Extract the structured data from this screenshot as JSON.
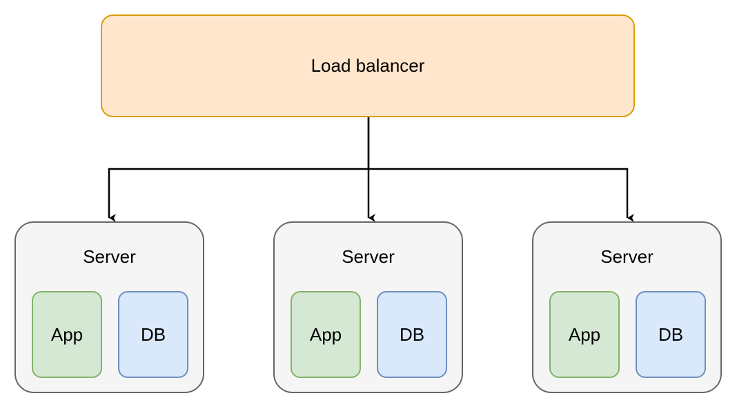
{
  "diagram": {
    "load_balancer": {
      "label": "Load balancer",
      "fill": "#ffe6cc",
      "stroke": "#d79b00"
    },
    "servers": [
      {
        "label": "Server",
        "app_label": "App",
        "db_label": "DB"
      },
      {
        "label": "Server",
        "app_label": "App",
        "db_label": "DB"
      },
      {
        "label": "Server",
        "app_label": "App",
        "db_label": "DB"
      }
    ],
    "colors": {
      "server_fill": "#f5f5f5",
      "server_stroke": "#666666",
      "app_fill": "#d5e8d4",
      "app_stroke": "#82b366",
      "db_fill": "#dae8fc",
      "db_stroke": "#6c8ebf",
      "connector": "#000000"
    },
    "edges": [
      {
        "from": "load-balancer",
        "to": "server-1"
      },
      {
        "from": "load-balancer",
        "to": "server-2"
      },
      {
        "from": "load-balancer",
        "to": "server-3"
      }
    ]
  }
}
